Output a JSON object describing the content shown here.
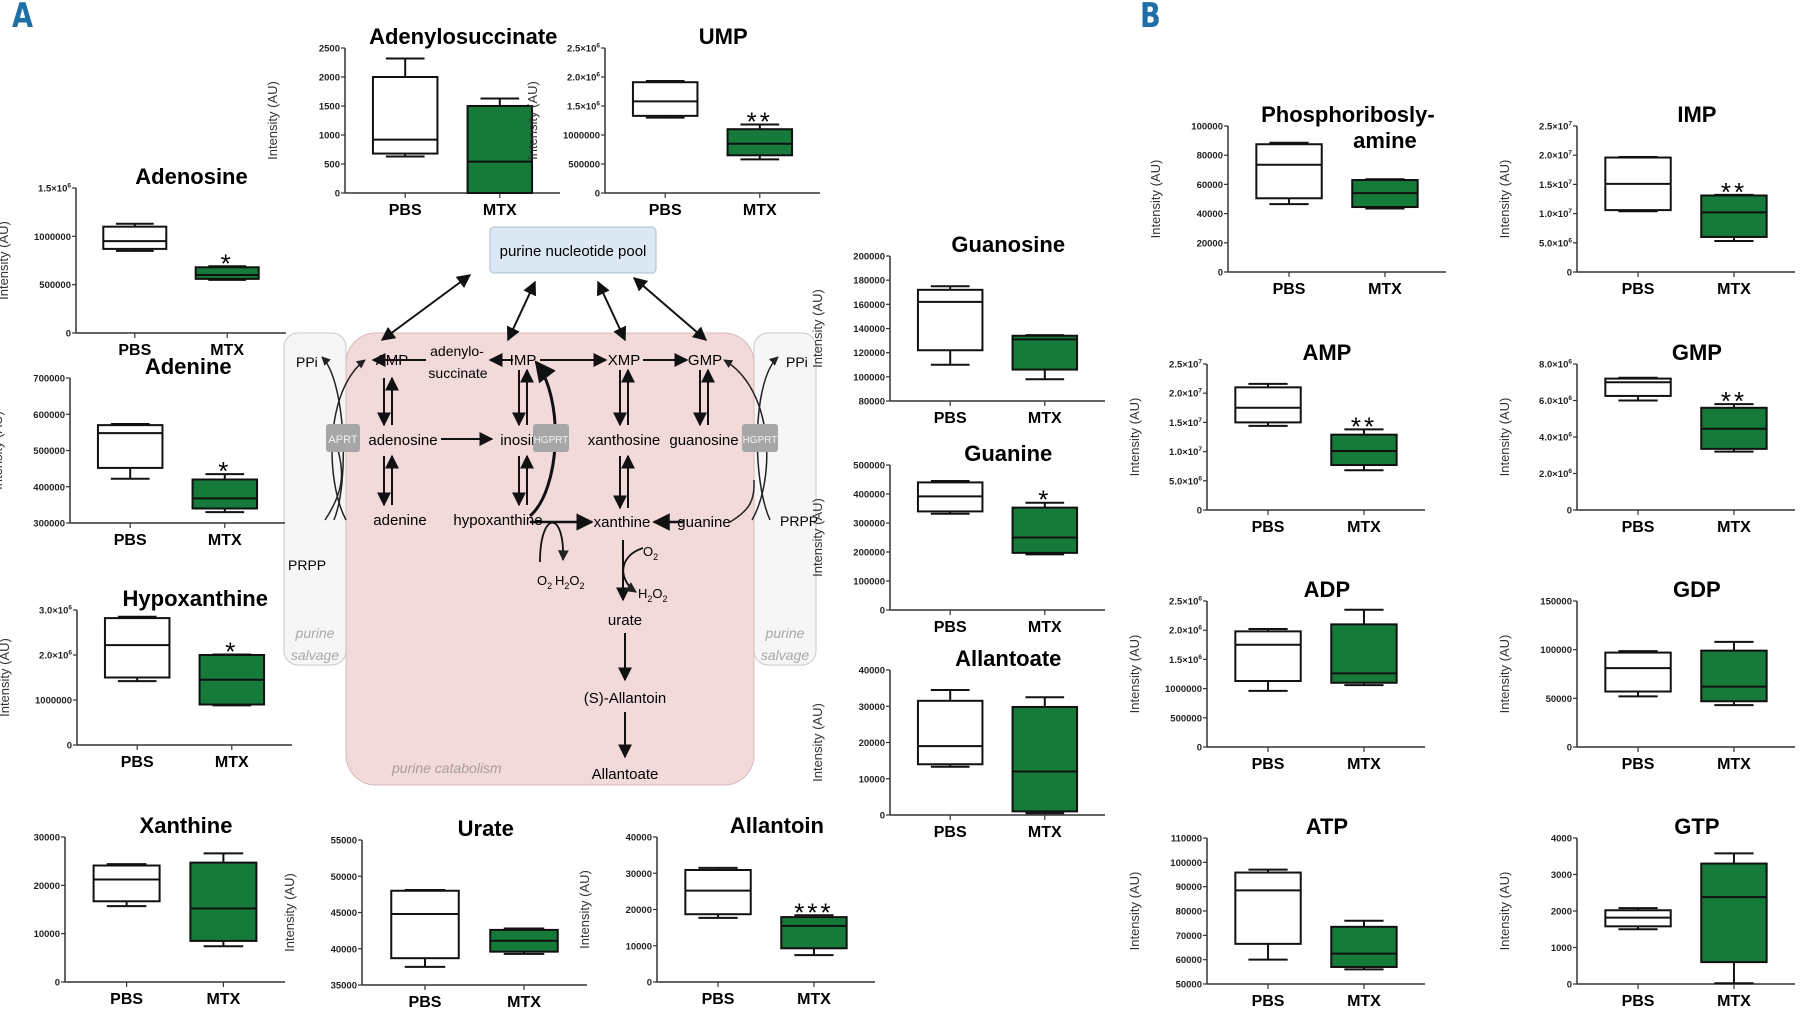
{
  "panels": {
    "a": "A",
    "b": "B"
  },
  "style": {
    "pbs_fill": "#ffffff",
    "mtx_fill": "#167a3a",
    "stroke": "#111111",
    "catabolism_bg": "#f2d9da",
    "salvage_bg": "#f6f6f6",
    "pool_bg": "#dce8f3",
    "enzyme_bg": "#a6a6a6"
  },
  "chart_data": [
    {
      "id": "adenosine",
      "type": "box",
      "panel": "A",
      "title": "Adenosine",
      "ylabel": "Intensity (AU)",
      "categories": [
        "PBS",
        "MTX"
      ],
      "ylim": [
        0,
        1500000
      ],
      "yticks": [
        0,
        500000,
        1000000,
        1500000
      ],
      "yticklabels": [
        "0",
        "500000",
        "1000000",
        "1.5x10^6"
      ],
      "series": [
        {
          "name": "PBS",
          "min": 850000,
          "q1": 870000,
          "median": 950000,
          "q3": 1100000,
          "max": 1130000
        },
        {
          "name": "MTX",
          "min": 550000,
          "q1": 560000,
          "median": 600000,
          "q3": 680000,
          "max": 690000
        }
      ],
      "significance": "*"
    },
    {
      "id": "adenylosuccinate",
      "type": "box",
      "panel": "A",
      "title": "Adenylosuccinate",
      "ylabel": "Intensity (AU)",
      "categories": [
        "PBS",
        "MTX"
      ],
      "ylim": [
        0,
        2500
      ],
      "yticks": [
        0,
        500,
        1000,
        1500,
        2000,
        2500
      ],
      "yticklabels": [
        "0",
        "500",
        "1000",
        "1500",
        "2000",
        "2500"
      ],
      "series": [
        {
          "name": "PBS",
          "min": 630,
          "q1": 680,
          "median": 920,
          "q3": 2000,
          "max": 2320
        },
        {
          "name": "MTX",
          "min": 0,
          "q1": 0,
          "median": 540,
          "q3": 1500,
          "max": 1630
        }
      ],
      "significance": ""
    },
    {
      "id": "ump",
      "type": "box",
      "panel": "A",
      "title": "UMP",
      "ylabel": "Intensity (AU)",
      "categories": [
        "PBS",
        "MTX"
      ],
      "ylim": [
        0,
        2500000
      ],
      "yticks": [
        0,
        500000,
        1000000,
        1500000,
        2000000,
        2500000
      ],
      "yticklabels": [
        "0",
        "500000",
        "1000000",
        "1.5x10^6",
        "2.0x10^6",
        "2.5x10^6"
      ],
      "series": [
        {
          "name": "PBS",
          "min": 1300000,
          "q1": 1330000,
          "median": 1580000,
          "q3": 1910000,
          "max": 1930000
        },
        {
          "name": "MTX",
          "min": 580000,
          "q1": 650000,
          "median": 850000,
          "q3": 1100000,
          "max": 1180000
        }
      ],
      "significance": "**"
    },
    {
      "id": "adenine",
      "type": "box",
      "panel": "A",
      "title": "Adenine",
      "ylabel": "Intensity (AU)",
      "categories": [
        "PBS",
        "MTX"
      ],
      "ylim": [
        300000,
        700000
      ],
      "yticks": [
        300000,
        400000,
        500000,
        600000,
        700000
      ],
      "yticklabels": [
        "300000",
        "400000",
        "500000",
        "600000",
        "700000"
      ],
      "series": [
        {
          "name": "PBS",
          "min": 422000,
          "q1": 452000,
          "median": 548000,
          "q3": 570000,
          "max": 573000
        },
        {
          "name": "MTX",
          "min": 330000,
          "q1": 340000,
          "median": 368000,
          "q3": 420000,
          "max": 435000
        }
      ],
      "significance": "*"
    },
    {
      "id": "hypoxanthine",
      "type": "box",
      "panel": "A",
      "title": "Hypoxanthine",
      "ylabel": "Intensity (AU)",
      "categories": [
        "PBS",
        "MTX"
      ],
      "ylim": [
        0,
        3000000
      ],
      "yticks": [
        0,
        1000000,
        2000000,
        3000000
      ],
      "yticklabels": [
        "0",
        "1000000",
        "2.0x10^6",
        "3.0x10^6"
      ],
      "series": [
        {
          "name": "PBS",
          "min": 1420000,
          "q1": 1500000,
          "median": 2220000,
          "q3": 2820000,
          "max": 2850000
        },
        {
          "name": "MTX",
          "min": 880000,
          "q1": 900000,
          "median": 1450000,
          "q3": 2000000,
          "max": 2010000
        }
      ],
      "significance": "*"
    },
    {
      "id": "guanosine",
      "type": "box",
      "panel": "A",
      "title": "Guanosine",
      "ylabel": "Intensity (AU)",
      "categories": [
        "PBS",
        "MTX"
      ],
      "ylim": [
        80000,
        200000
      ],
      "yticks": [
        80000,
        100000,
        120000,
        140000,
        160000,
        180000,
        200000
      ],
      "yticklabels": [
        "80000",
        "100000",
        "120000",
        "140000",
        "160000",
        "180000",
        "200000"
      ],
      "series": [
        {
          "name": "PBS",
          "min": 110000,
          "q1": 122000,
          "median": 162000,
          "q3": 172000,
          "max": 175000
        },
        {
          "name": "MTX",
          "min": 98000,
          "q1": 106000,
          "median": 131000,
          "q3": 134000,
          "max": 134500
        }
      ],
      "significance": ""
    },
    {
      "id": "guanine",
      "type": "box",
      "panel": "A",
      "title": "Guanine",
      "ylabel": "Intensity (AU)",
      "categories": [
        "PBS",
        "MTX"
      ],
      "ylim": [
        0,
        500000
      ],
      "yticks": [
        0,
        100000,
        200000,
        300000,
        400000,
        500000
      ],
      "yticklabels": [
        "0",
        "100000",
        "200000",
        "300000",
        "400000",
        "500000"
      ],
      "series": [
        {
          "name": "PBS",
          "min": 332000,
          "q1": 340000,
          "median": 392000,
          "q3": 440000,
          "max": 445000
        },
        {
          "name": "MTX",
          "min": 192000,
          "q1": 197000,
          "median": 250000,
          "q3": 353000,
          "max": 370000
        }
      ],
      "significance": "*"
    },
    {
      "id": "allantoate",
      "type": "box",
      "panel": "A",
      "title": "Allantoate",
      "ylabel": "Intensity (AU)",
      "categories": [
        "PBS",
        "MTX"
      ],
      "ylim": [
        0,
        40000
      ],
      "yticks": [
        0,
        10000,
        20000,
        30000,
        40000
      ],
      "yticklabels": [
        "0",
        "10000",
        "20000",
        "30000",
        "40000"
      ],
      "series": [
        {
          "name": "PBS",
          "min": 13300,
          "q1": 14000,
          "median": 19000,
          "q3": 31500,
          "max": 34500
        },
        {
          "name": "MTX",
          "min": 500,
          "q1": 1000,
          "median": 12000,
          "q3": 29800,
          "max": 32500
        }
      ],
      "significance": ""
    },
    {
      "id": "xanthine",
      "type": "box",
      "panel": "A",
      "title": "Xanthine",
      "ylabel": "Intensity (AU)",
      "categories": [
        "PBS",
        "MTX"
      ],
      "ylim": [
        0,
        30000
      ],
      "yticks": [
        0,
        10000,
        20000,
        30000
      ],
      "yticklabels": [
        "0",
        "10000",
        "20000",
        "30000"
      ],
      "series": [
        {
          "name": "PBS",
          "min": 15700,
          "q1": 16700,
          "median": 21200,
          "q3": 24100,
          "max": 24400
        },
        {
          "name": "MTX",
          "min": 7400,
          "q1": 8500,
          "median": 15200,
          "q3": 24700,
          "max": 26600
        }
      ],
      "significance": ""
    },
    {
      "id": "urate",
      "type": "box",
      "panel": "A",
      "title": "Urate",
      "ylabel": "Intensity (AU)",
      "categories": [
        "PBS",
        "MTX"
      ],
      "ylim": [
        35000,
        55000
      ],
      "yticks": [
        35000,
        40000,
        45000,
        50000,
        55000
      ],
      "yticklabels": [
        "35000",
        "40000",
        "45000",
        "50000",
        "55000"
      ],
      "series": [
        {
          "name": "PBS",
          "min": 37500,
          "q1": 38700,
          "median": 44800,
          "q3": 48000,
          "max": 48100
        },
        {
          "name": "MTX",
          "min": 39300,
          "q1": 39600,
          "median": 41100,
          "q3": 42600,
          "max": 42800
        }
      ],
      "significance": ""
    },
    {
      "id": "allantoin",
      "type": "box",
      "panel": "A",
      "title": "Allantoin",
      "ylabel": "Intensity (AU)",
      "categories": [
        "PBS",
        "MTX"
      ],
      "ylim": [
        0,
        40000
      ],
      "yticks": [
        0,
        10000,
        20000,
        30000,
        40000
      ],
      "yticklabels": [
        "0",
        "10000",
        "20000",
        "30000",
        "40000"
      ],
      "series": [
        {
          "name": "PBS",
          "min": 17700,
          "q1": 18700,
          "median": 25200,
          "q3": 30900,
          "max": 31500
        },
        {
          "name": "MTX",
          "min": 7400,
          "q1": 9300,
          "median": 15500,
          "q3": 17900,
          "max": 18400
        }
      ],
      "significance": "***"
    },
    {
      "id": "phosphoribosylamine",
      "type": "box",
      "panel": "B",
      "title": "Phosphoribosly-",
      "title2": "amine",
      "ylabel": "Intensity (AU)",
      "categories": [
        "PBS",
        "MTX"
      ],
      "ylim": [
        0,
        100000
      ],
      "yticks": [
        0,
        20000,
        40000,
        60000,
        80000,
        100000
      ],
      "yticklabels": [
        "0",
        "20000",
        "40000",
        "60000",
        "80000",
        "100000"
      ],
      "series": [
        {
          "name": "PBS",
          "min": 46500,
          "q1": 50500,
          "median": 73500,
          "q3": 87500,
          "max": 88500
        },
        {
          "name": "MTX",
          "min": 43500,
          "q1": 44500,
          "median": 54000,
          "q3": 63000,
          "max": 63500
        }
      ],
      "significance": ""
    },
    {
      "id": "imp",
      "type": "box",
      "panel": "B",
      "title": "IMP",
      "ylabel": "Intensity (AU)",
      "categories": [
        "PBS",
        "MTX"
      ],
      "ylim": [
        0,
        25000000
      ],
      "yticks": [
        0,
        5000000,
        10000000,
        15000000,
        20000000,
        25000000
      ],
      "yticklabels": [
        "0",
        "5.0x10^6",
        "1.0x10^7",
        "1.5x10^7",
        "2.0x10^7",
        "2.5x10^7"
      ],
      "series": [
        {
          "name": "PBS",
          "min": 10400000,
          "q1": 10600000,
          "median": 15100000,
          "q3": 19600000,
          "max": 19700000
        },
        {
          "name": "MTX",
          "min": 5300000,
          "q1": 6000000,
          "median": 10200000,
          "q3": 13100000,
          "max": 13200000
        }
      ],
      "significance": "**"
    },
    {
      "id": "amp",
      "type": "box",
      "panel": "B",
      "title": "AMP",
      "ylabel": "Intensity (AU)",
      "categories": [
        "PBS",
        "MTX"
      ],
      "ylim": [
        0,
        25000000
      ],
      "yticks": [
        0,
        5000000,
        10000000,
        15000000,
        20000000,
        25000000
      ],
      "yticklabels": [
        "0",
        "5.0x10^6",
        "1.0x10^7",
        "1.5x10^7",
        "2.0x10^7",
        "2.5x10^7"
      ],
      "series": [
        {
          "name": "PBS",
          "min": 14400000,
          "q1": 15000000,
          "median": 17500000,
          "q3": 21000000,
          "max": 21600000
        },
        {
          "name": "MTX",
          "min": 6800000,
          "q1": 7700000,
          "median": 10100000,
          "q3": 12900000,
          "max": 13800000
        }
      ],
      "significance": "**"
    },
    {
      "id": "gmp",
      "type": "box",
      "panel": "B",
      "title": "GMP",
      "ylabel": "Intensity (AU)",
      "categories": [
        "PBS",
        "MTX"
      ],
      "ylim": [
        0,
        8000000
      ],
      "yticks": [
        0,
        2000000,
        4000000,
        6000000,
        8000000
      ],
      "yticklabels": [
        "0",
        "2.0x10^6",
        "4.0x10^6",
        "6.0x10^6",
        "8.0x10^6"
      ],
      "series": [
        {
          "name": "PBS",
          "min": 6000000,
          "q1": 6250000,
          "median": 7000000,
          "q3": 7200000,
          "max": 7250000
        },
        {
          "name": "MTX",
          "min": 3200000,
          "q1": 3350000,
          "median": 4450000,
          "q3": 5600000,
          "max": 5800000
        }
      ],
      "significance": "**"
    },
    {
      "id": "adp",
      "type": "box",
      "panel": "B",
      "title": "ADP",
      "ylabel": "Intensity (AU)",
      "categories": [
        "PBS",
        "MTX"
      ],
      "ylim": [
        0,
        2500000
      ],
      "yticks": [
        0,
        500000,
        1000000,
        1500000,
        2000000,
        2500000
      ],
      "yticklabels": [
        "0",
        "500000",
        "1000000",
        "1.5x10^6",
        "2.0x10^6",
        "2.5x10^6"
      ],
      "series": [
        {
          "name": "PBS",
          "min": 960000,
          "q1": 1130000,
          "median": 1750000,
          "q3": 1980000,
          "max": 2020000
        },
        {
          "name": "MTX",
          "min": 1060000,
          "q1": 1100000,
          "median": 1260000,
          "q3": 2100000,
          "max": 2350000
        }
      ],
      "significance": ""
    },
    {
      "id": "gdp",
      "type": "box",
      "panel": "B",
      "title": "GDP",
      "ylabel": "Intensity (AU)",
      "categories": [
        "PBS",
        "MTX"
      ],
      "ylim": [
        0,
        150000
      ],
      "yticks": [
        0,
        50000,
        100000,
        150000
      ],
      "yticklabels": [
        "0",
        "50000",
        "100000",
        "150000"
      ],
      "series": [
        {
          "name": "PBS",
          "min": 52000,
          "q1": 57000,
          "median": 81000,
          "q3": 97000,
          "max": 98500
        },
        {
          "name": "MTX",
          "min": 43000,
          "q1": 47000,
          "median": 62000,
          "q3": 99000,
          "max": 108000
        }
      ],
      "significance": ""
    },
    {
      "id": "atp",
      "type": "box",
      "panel": "B",
      "title": "ATP",
      "ylabel": "Intensity (AU)",
      "categories": [
        "PBS",
        "MTX"
      ],
      "ylim": [
        50000,
        110000
      ],
      "yticks": [
        50000,
        60000,
        70000,
        80000,
        90000,
        100000,
        110000
      ],
      "yticklabels": [
        "50000",
        "60000",
        "70000",
        "80000",
        "90000",
        "100000",
        "110000"
      ],
      "series": [
        {
          "name": "PBS",
          "min": 60000,
          "q1": 66500,
          "median": 88500,
          "q3": 95800,
          "max": 97000
        },
        {
          "name": "MTX",
          "min": 56000,
          "q1": 57000,
          "median": 62500,
          "q3": 73500,
          "max": 76000
        }
      ],
      "significance": ""
    },
    {
      "id": "gtp",
      "type": "box",
      "panel": "B",
      "title": "GTP",
      "ylabel": "Intensity (AU)",
      "categories": [
        "PBS",
        "MTX"
      ],
      "ylim": [
        0,
        4000
      ],
      "yticks": [
        0,
        1000,
        2000,
        3000,
        4000
      ],
      "yticklabels": [
        "0",
        "1000",
        "2000",
        "3000",
        "4000"
      ],
      "series": [
        {
          "name": "PBS",
          "min": 1500,
          "q1": 1580,
          "median": 1820,
          "q3": 2020,
          "max": 2080
        },
        {
          "name": "MTX",
          "min": 20,
          "q1": 600,
          "median": 2380,
          "q3": 3300,
          "max": 3580
        }
      ],
      "significance": ""
    }
  ],
  "pathway": {
    "pool": "purine nucleotide pool",
    "nodes": {
      "amp": "AMP",
      "adenylo1": "adenylo-",
      "adenylo2": "succinate",
      "imp": "IMP",
      "xmp": "XMP",
      "gmp": "GMP",
      "adenosine": "adenosine",
      "inosine": "inosine",
      "xanthosine": "xanthosine",
      "guanosine": "guanosine",
      "adenine": "adenine",
      "hypoxanthine": "hypoxanthine",
      "xanthine": "xanthine",
      "guanine": "guanine",
      "urate": "urate",
      "s_allantoin": "(S)-Allantoin",
      "allantoate": "Allantoate",
      "ppi_left": "PPi",
      "ppi_right": "PPi",
      "prpp_left": "PRPP",
      "prpp_right": "PRPP",
      "o2_a": "O",
      "h2o2_a": "H",
      "o2_b": "O",
      "h2o2_b": "H"
    },
    "enzymes": {
      "aprt": "APRT",
      "hgprt1": "HGPRT",
      "hgprt2": "HGPRT"
    },
    "regions": {
      "catabolism": "purine catabolism",
      "salvage_left1": "purine",
      "salvage_left2": "salvage",
      "salvage_right1": "purine",
      "salvage_right2": "salvage"
    }
  }
}
